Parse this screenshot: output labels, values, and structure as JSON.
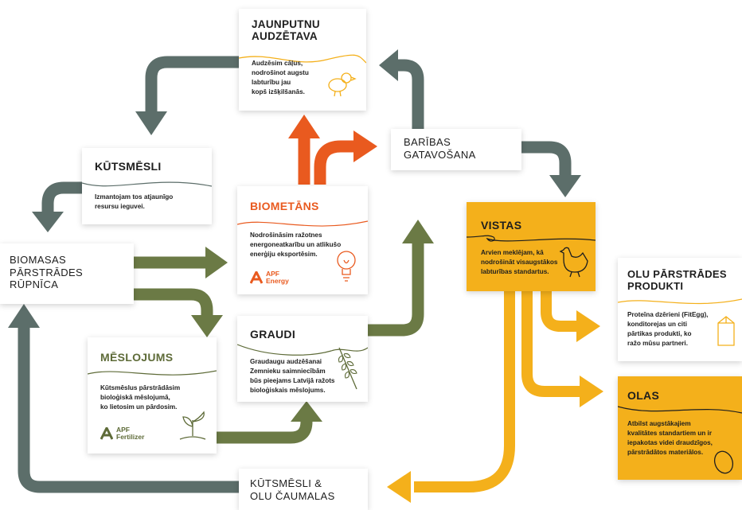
{
  "colors": {
    "gray_arrow": "#5c6e6a",
    "olive_arrow": "#6b7a45",
    "orange_arrow": "#e95a1f",
    "yellow_arrow": "#f4b01b",
    "vistas_bg": "#f4b01b",
    "title_dark": "#1e1e1e",
    "olive_title": "#5e6b38",
    "orange_title": "#e95a1f"
  },
  "nodes": {
    "jaunputnu": {
      "title": "JAUNPUTNU\nAUDZĒTAVA",
      "desc": "Audzēsim cāļus,\nnodrošinot augstu\nlabturību jau\nkopš izšķilšanās.",
      "icon": "chick-icon"
    },
    "kutsmesli": {
      "title": "KŪTSMĒSLI",
      "desc": "Izmantojam tos atjaunīgo\nresursu ieguvei."
    },
    "biometans": {
      "title": "BIOMETĀNS",
      "desc": "Nodrošināsim ražotnes\nenergoneatkarību un atlikušo\nenerģiju eksportēsim.",
      "icon": "lightbulb-icon",
      "brand": "APF\nEnergy"
    },
    "baribas": {
      "label": "BARĪBAS\nGATAVOŠANA"
    },
    "vistas": {
      "title": "VISTAS",
      "desc": "Arvien meklējam, kā\nnodrošināt visaugstākos\nlabturības standartus.",
      "icon": "hen-icon"
    },
    "biomasas": {
      "label": "BIOMASAS\nPĀRSTRĀDES\nRŪPNĪCA"
    },
    "graudi": {
      "title": "GRAUDI",
      "desc": "Graudaugu audzēšanai\nZemnieku saimniecībām\nbūs pieejams Latvijā ražots\nbioloģiskais mēslojums.",
      "icon": "wheat-icon"
    },
    "meslojums": {
      "title": "MĒSLOJUMS",
      "desc": "Kūtsmēslus pārstrādāsim\nbioloģiskā mēslojumā,\nko lietosim un pārdosim.",
      "icon": "sprout-icon",
      "brand": "APF\nFertilizer"
    },
    "olu_parstrades": {
      "title": "OLU PĀRSTRĀDES\nPRODUKTI",
      "desc": "Proteīna dzērieni (FitEgg),\nkonditorejas un citi\npārtikas produkti, ko\nražo mūsu partneri.",
      "icon": "carton-icon"
    },
    "olas": {
      "title": "OLAS",
      "desc": "Atbilst augstākajiem\nkvalitātes standartiem un ir\niepakotas videi draudzīgos,\npārstrādātos materiālos.",
      "icon": "egg-icon"
    },
    "kutsmesli_olu": {
      "label": "KŪTSMĒSLI &\nOLU ČAUMALAS"
    }
  }
}
